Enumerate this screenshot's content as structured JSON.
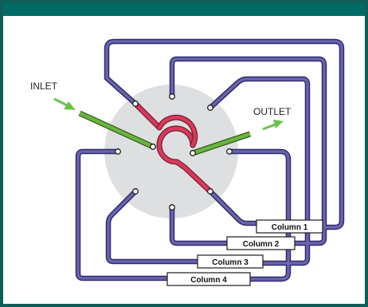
{
  "diagram": {
    "inlet_label": "INLET",
    "outlet_label": "OUTLET",
    "columns": [
      "Column 1",
      "Column 2",
      "Column 3",
      "Column 4"
    ]
  },
  "colors": {
    "header": "#006a66",
    "border": "#0f5e5a",
    "tube": "#6a64aa",
    "tube_edge": "#2e2a6e",
    "valve": "#dedfe1",
    "red_path": "#d63a5c",
    "green_path": "#6cb43f",
    "arrow": "#6cc24a"
  }
}
